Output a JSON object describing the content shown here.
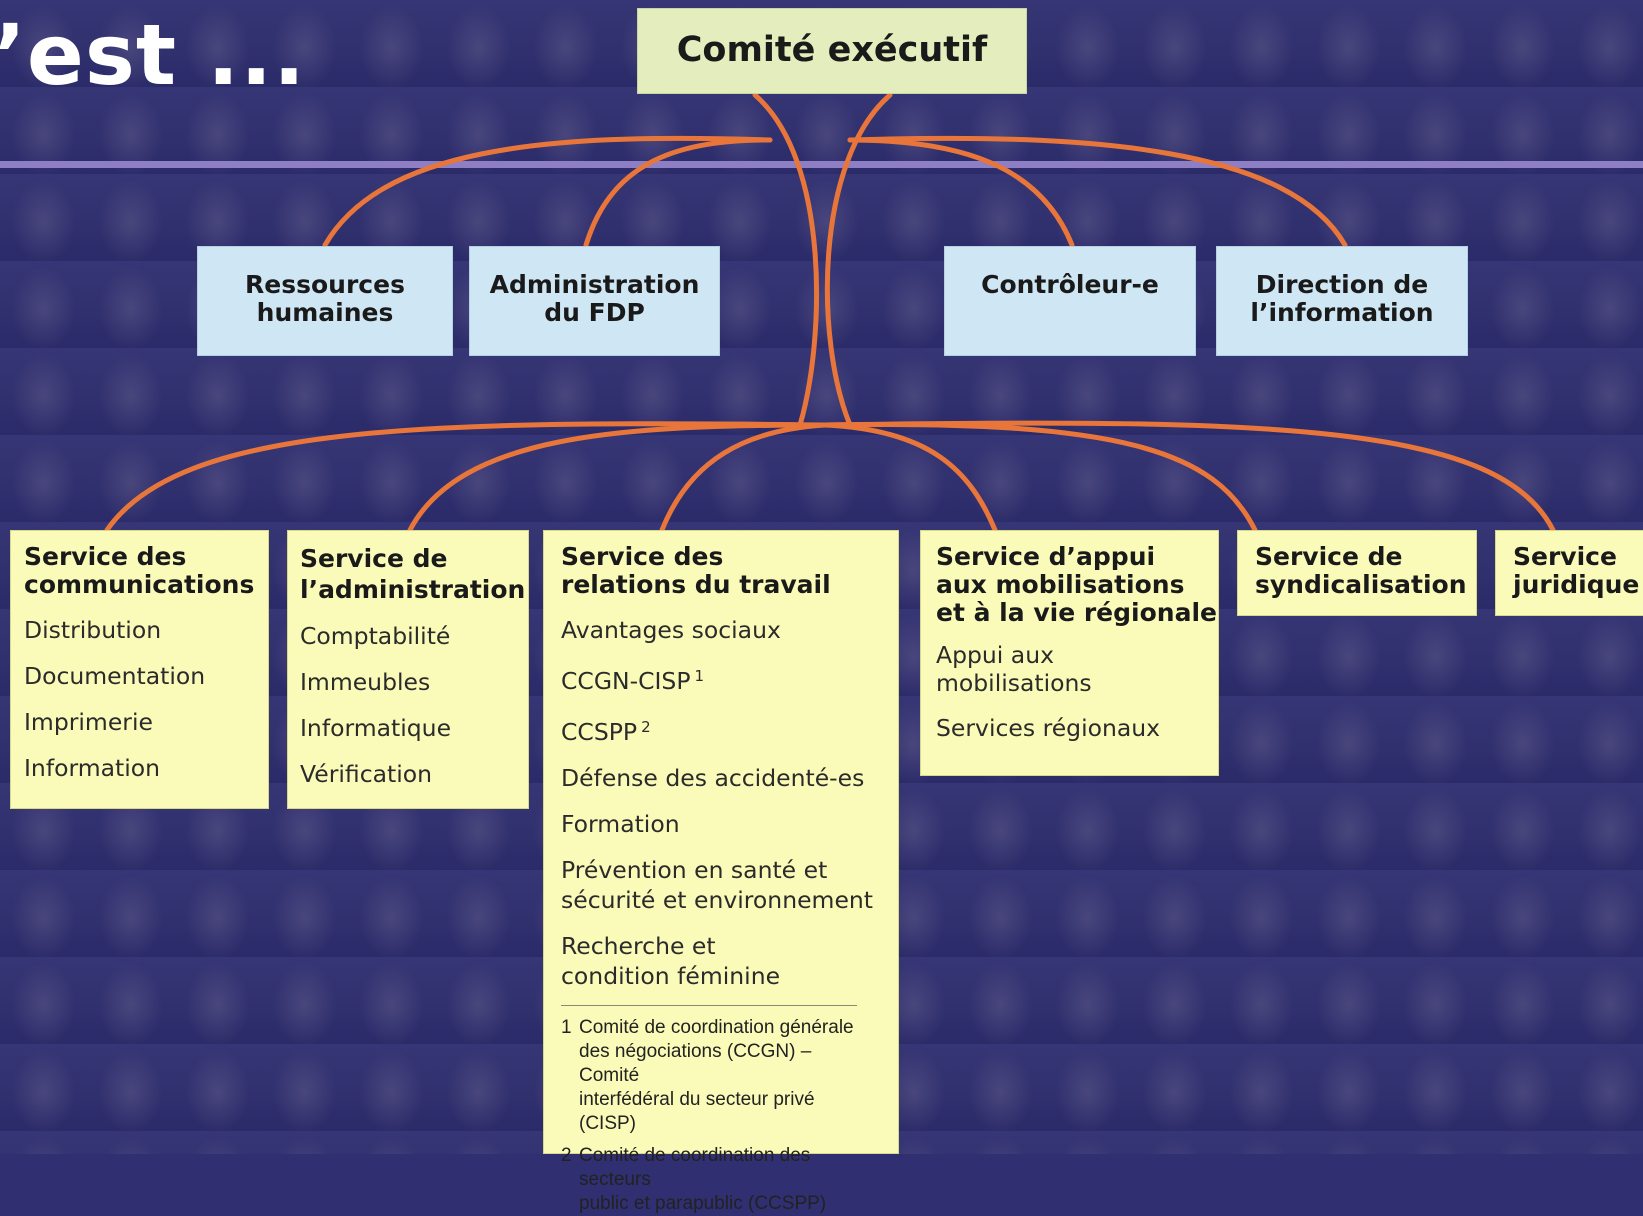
{
  "slide_title": "’est ...",
  "top": {
    "label": "Comité exécutif"
  },
  "row1": [
    {
      "id": "rh",
      "label": "Ressources\nhumaines"
    },
    {
      "id": "fdp",
      "label": "Administration\ndu FDP"
    },
    {
      "id": "ctrl",
      "label": "Contrôleur-e"
    },
    {
      "id": "info",
      "label": "Direction de\nl’information"
    }
  ],
  "row2": [
    {
      "id": "comm",
      "label": "Service des\ncommunications",
      "items": [
        "Distribution",
        "Documentation",
        "Imprimerie",
        "Information"
      ]
    },
    {
      "id": "admin",
      "label": "Service de\nl’administration",
      "items": [
        "Comptabilité",
        "Immeubles",
        "Informatique",
        "Vérification"
      ]
    },
    {
      "id": "travail",
      "label": "Service des\nrelations du travail",
      "items": [
        {
          "text": "Avantages sociaux"
        },
        {
          "text": "CCGN-CISP",
          "sup": "1"
        },
        {
          "text": "CCSPP",
          "sup": "2"
        },
        {
          "text": "Défense des accidenté-es"
        },
        {
          "text": "Formation"
        },
        {
          "text": "Prévention en santé et\nsécurité et environnement"
        },
        {
          "text": "Recherche et\ncondition féminine"
        }
      ],
      "footnotes": [
        {
          "num": "1",
          "text": "Comité de coordination générale\ndes négociations (CCGN) – Comité\ninterfédéral du secteur privé (CISP)"
        },
        {
          "num": "2",
          "text": "Comité de coordination des secteurs\npublic et parapublic (CCSPP)"
        }
      ]
    },
    {
      "id": "appui",
      "label": "Service d’appui\naux mobilisations\net à la vie régionale",
      "items": [
        "Appui aux\nmobilisations",
        "Services régionaux"
      ]
    },
    {
      "id": "synd",
      "label": "Service de\nsyndicalisation",
      "items": []
    },
    {
      "id": "jur",
      "label": "Service\njuridique",
      "items": []
    }
  ],
  "colors": {
    "background": "#2e2e70",
    "rule": "#8e7fc4",
    "connector": "#e8763a",
    "yellow_box": "#fbfbb9",
    "blue_box": "#cfe6f4"
  }
}
